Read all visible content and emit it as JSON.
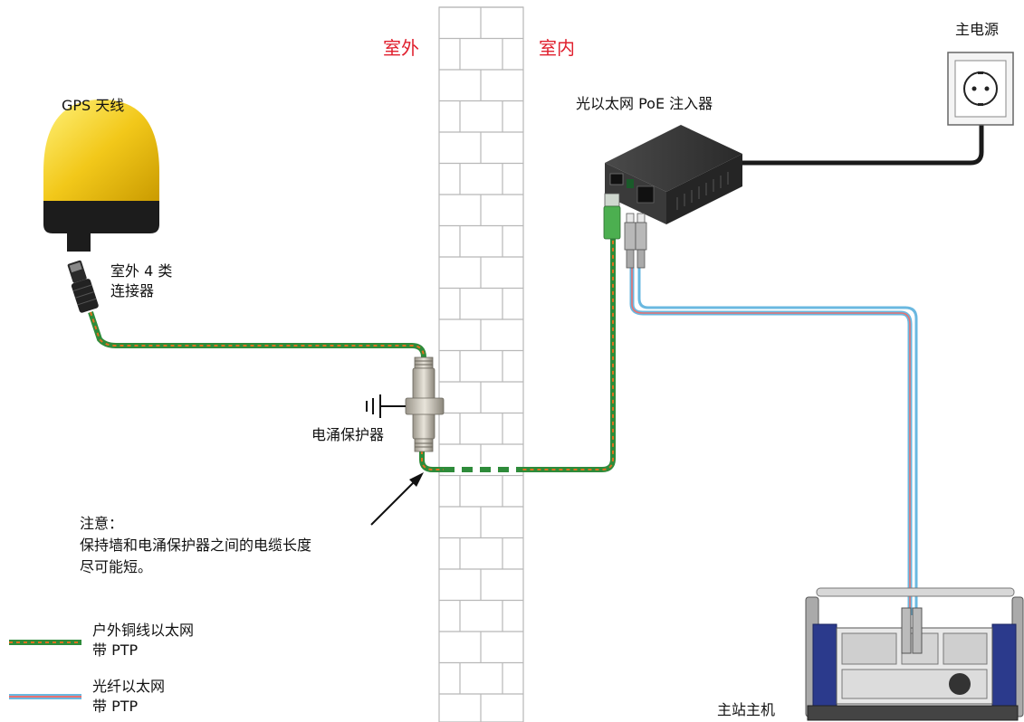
{
  "labels": {
    "outdoor": "室外",
    "indoor": "室内",
    "gps_antenna": "GPS 天线",
    "outdoor_connector": [
      "室外 4 类",
      "连接器"
    ],
    "surge_protector": "电涌保护器",
    "note": [
      "注意：",
      "保持墙和电涌保护器之间的电缆长度",
      "尽可能短。"
    ],
    "poe_injector": "光以太网 PoE 注入器",
    "mains_power": "主电源",
    "master_unit": "主站主机"
  },
  "legend": [
    {
      "text": [
        "户外铜线以太网",
        "带 PTP"
      ],
      "colors": [
        "#2e8b3a",
        "#e07020"
      ]
    },
    {
      "text": [
        "光纤以太网",
        "带 PTP"
      ],
      "colors": [
        "#6ab8e0",
        "#e87070"
      ]
    }
  ],
  "colors": {
    "label_red": "#e0202e",
    "antenna_dome": "#f2c81a",
    "copper_green": "#2e8b3a",
    "copper_orange": "#e07020",
    "fiber_blue": "#6ab8e0",
    "fiber_red": "#e87070",
    "frame_blue": "#2b3a8c"
  }
}
